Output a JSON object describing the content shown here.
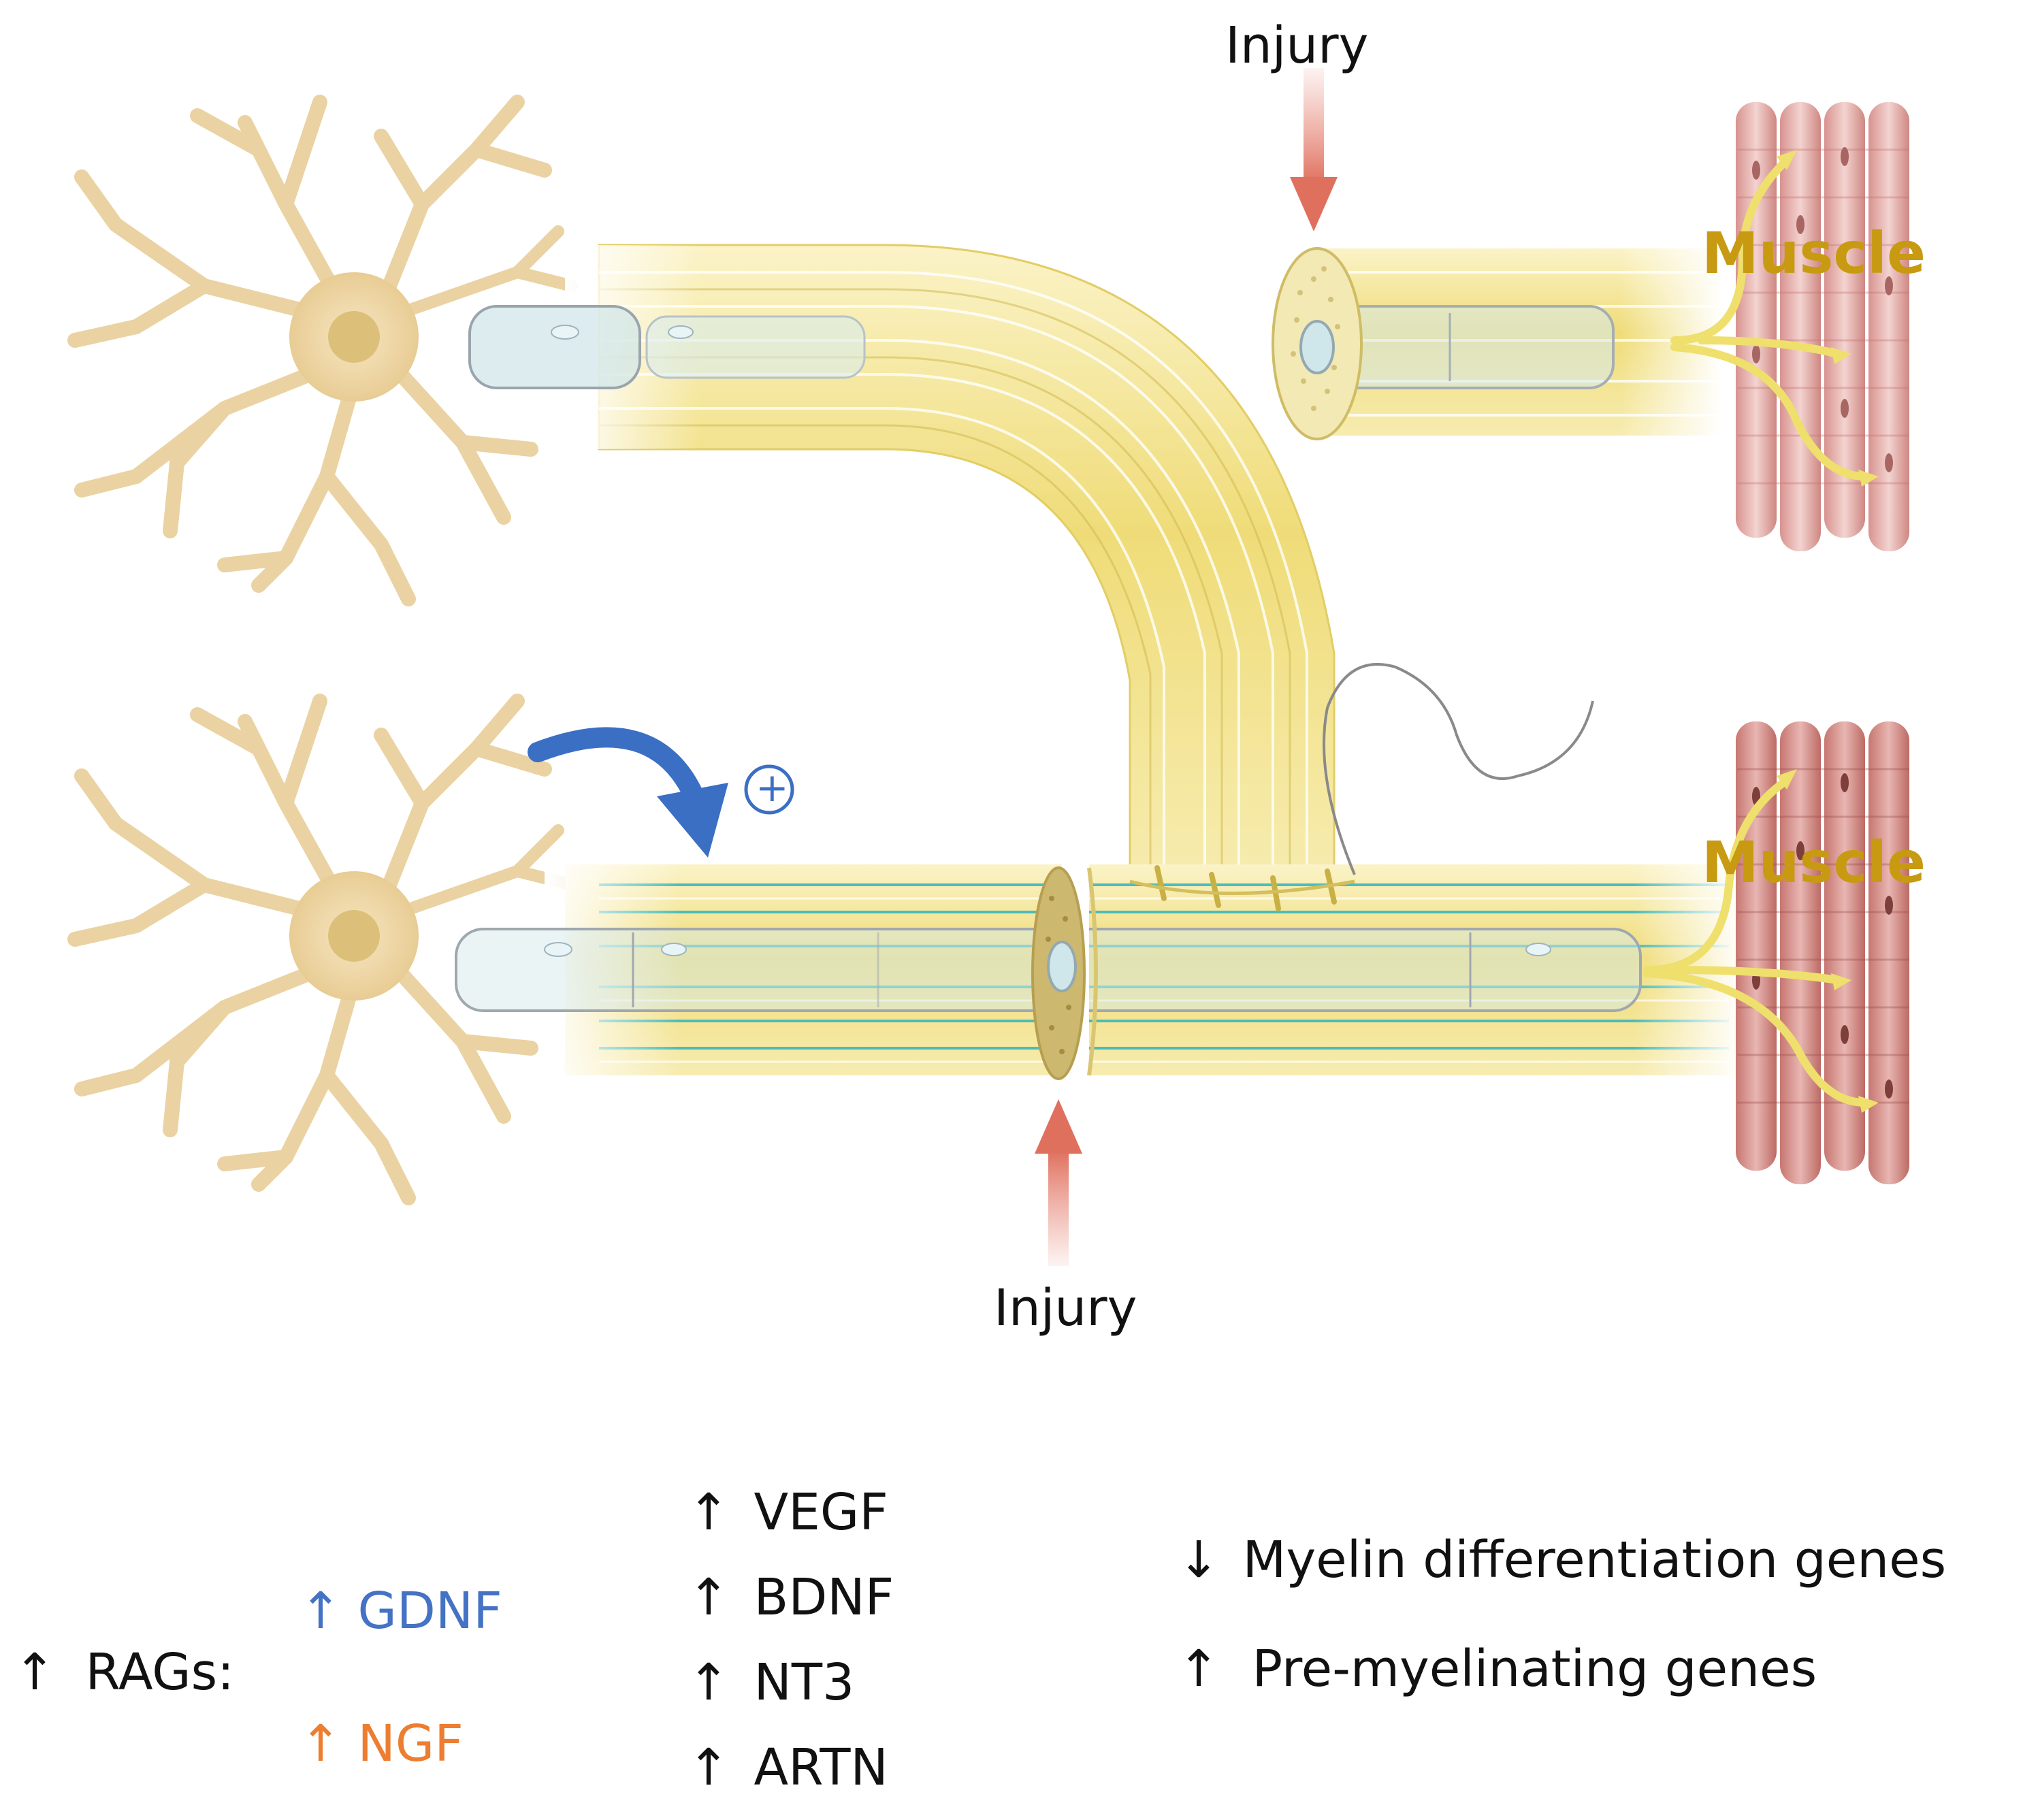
{
  "labels": {
    "injury_top": "Injury",
    "injury_bottom": "Injury",
    "muscle_top": "Muscle",
    "muscle_bottom": "Muscle",
    "plus_symbol": "+"
  },
  "legend": {
    "rags_label": "RAGs:",
    "rag_factors": [
      {
        "name": "GDNF",
        "direction": "up",
        "color": "#4472c4"
      },
      {
        "name": "NGF",
        "direction": "up",
        "color": "#ed7d31"
      }
    ],
    "growth_factors": [
      {
        "name": "VEGF",
        "direction": "up"
      },
      {
        "name": "BDNF",
        "direction": "up"
      },
      {
        "name": "NT3",
        "direction": "up"
      },
      {
        "name": "ARTN",
        "direction": "up"
      }
    ],
    "gene_changes": [
      {
        "name": "Myelin differentiation genes",
        "direction": "down"
      },
      {
        "name": "Pre-myelinating genes",
        "direction": "up"
      }
    ]
  },
  "colors": {
    "nerve_yellow": "#f0e08a",
    "neuron_beige": "#f1dcb0",
    "injury_arrow": "#e88a7a",
    "boost_arrow": "#3a6fc4",
    "regeneration_lines": "#2cb5c0",
    "muscle_pink": "#e4b0ad",
    "muscle_label": "#c79a12"
  },
  "icons": {
    "neuron": "neuron-icon",
    "muscle": "muscle-fiber-icon",
    "suture": "suture-needle-icon"
  }
}
